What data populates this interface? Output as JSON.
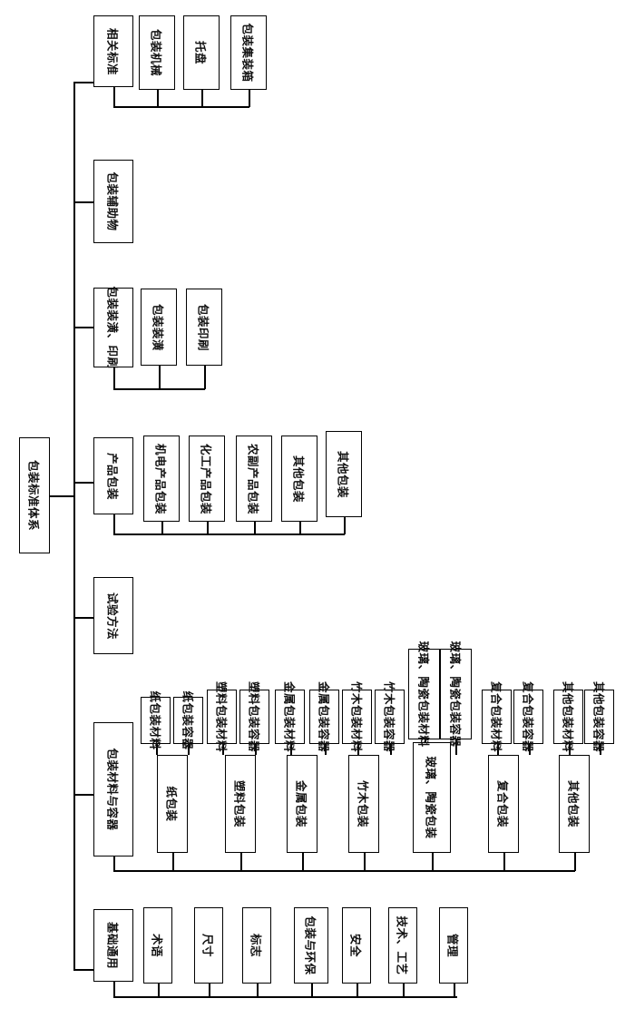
{
  "diagram": {
    "root": "包装标准体系",
    "branches": [
      {
        "label": "基础通用",
        "children": [
          "术语",
          "尺寸",
          "标志",
          "包装与环保",
          "安全",
          "技术、工艺",
          "管理"
        ]
      },
      {
        "label": "包装材料与容器",
        "groups": [
          {
            "label": "纸包装",
            "children": [
              "纸包装材料",
              "纸包装容器"
            ]
          },
          {
            "label": "塑料包装",
            "children": [
              "塑料包装材料",
              "塑料包装容器"
            ]
          },
          {
            "label": "金属包装",
            "children": [
              "金属包装材料",
              "金属包装容器"
            ]
          },
          {
            "label": "竹木包装",
            "children": [
              "竹木包装材料",
              "竹木包装容器"
            ]
          },
          {
            "label": "玻璃、陶瓷包装",
            "children": [
              "玻璃、陶瓷包装材料",
              "玻璃、陶瓷包装容器"
            ]
          },
          {
            "label": "复合包装",
            "children": [
              "复合包装材料",
              "复合包装容器"
            ]
          },
          {
            "label": "其他包装",
            "children": [
              "其他包装材料",
              "其他包装容器"
            ]
          }
        ]
      },
      {
        "label": "试验方法",
        "children": []
      },
      {
        "label": "产品包装",
        "children": [
          "机电产品包装",
          "化工产品包装",
          "农副产品包装",
          "其他包装",
          "其他包装"
        ]
      },
      {
        "label": "包装装潢、印刷",
        "children": [
          "包装装潢",
          "包装印刷"
        ]
      },
      {
        "label": "包装辅助物",
        "children": []
      },
      {
        "label": "相关标准",
        "children": [
          "包装机械",
          "托盘",
          "包装集装箱"
        ]
      }
    ]
  }
}
